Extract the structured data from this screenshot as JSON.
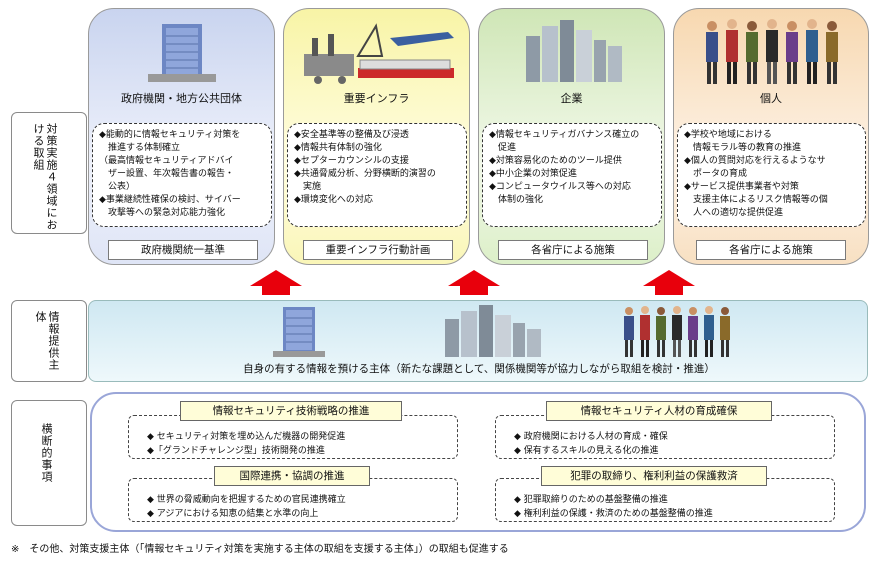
{
  "columns": [
    {
      "title": "政府機関・地方公共団体",
      "icon": "government-building-icon",
      "items": [
        "◆能動的に情報セキュリティ対策を",
        "　推進する体制確立",
        "（最高情報セキュリティアドバイ",
        "　ザー設置、年次報告書の報告・",
        "　公表）",
        "◆事業継続性確保の検討、サイバー",
        "　攻撃等への緊急対応能力強化"
      ],
      "plan": "政府機関統一基準"
    },
    {
      "title": "重要インフラ",
      "icon": "infrastructure-icon",
      "items": [
        "◆安全基準等の整備及び浸透",
        "◆情報共有体制の強化",
        "◆セプターカウンシルの支援",
        "◆共通脅威分析、分野横断的演習の",
        "　実施",
        "◆環境変化への対応"
      ],
      "plan": "重要インフラ行動計画"
    },
    {
      "title": "企業",
      "icon": "office-buildings-icon",
      "items": [
        "◆情報セキュリティガバナンス確立の",
        "　促進",
        "◆対策容易化のためのツール提供",
        "◆中小企業の対策促進",
        "◆コンピュータウイルス等への対応",
        "　体制の強化"
      ],
      "plan": "各省庁による施策"
    },
    {
      "title": "個人",
      "icon": "people-icon",
      "items": [
        "◆学校や地域における",
        "　情報モラル等の教育の推進",
        "◆個人の質問対応を行えるようなサ",
        "　ポータの育成",
        "◆サービス提供事業者や対策",
        "　支援主体によるリスク情報等の個",
        "　人への適切な提供促進"
      ],
      "plan": "各省庁による施策"
    }
  ],
  "left_labels": {
    "four_areas": "対策実施４領域における取組",
    "info_provider": "情報提供主体",
    "cross_cutting": "横断的事項"
  },
  "info_bar_text": "自身の有する情報を預ける主体（新たな課題として、関係機関等が協力しながら取組を検討・推進）",
  "cross": [
    {
      "title": "情報セキュリティ技術戦略の推進",
      "items": [
        "◆ セキュリティ対策を埋め込んだ機器の開発促進",
        "◆「グランドチャレンジ型」技術開発の推進"
      ]
    },
    {
      "title": "情報セキュリティ人材の育成確保",
      "items": [
        "◆ 政府機関における人材の育成・確保",
        "◆ 保有するスキルの見える化の推進"
      ]
    },
    {
      "title": "国際連携・協調の推進",
      "items": [
        "◆ 世界の脅威動向を把握するための官民連携確立",
        "◆ アジアにおける知恵の結集と水準の向上"
      ]
    },
    {
      "title": "犯罪の取締り、権利利益の保護救済",
      "items": [
        "◆ 犯罪取締りのための基盤整備の推進",
        "◆ 権利利益の保護・救済のための基盤整備の推進"
      ]
    }
  ],
  "footnote": "※　その他、対策支援主体（「情報セキュリティ対策を実施する主体の取組を支援する主体」）の取組も促進する",
  "colors": {
    "arrow": "#e8000c",
    "gov": "#c9d4ef",
    "infra": "#f8f4a6",
    "corp": "#cfe6b6",
    "individual": "#f7d8b0"
  }
}
